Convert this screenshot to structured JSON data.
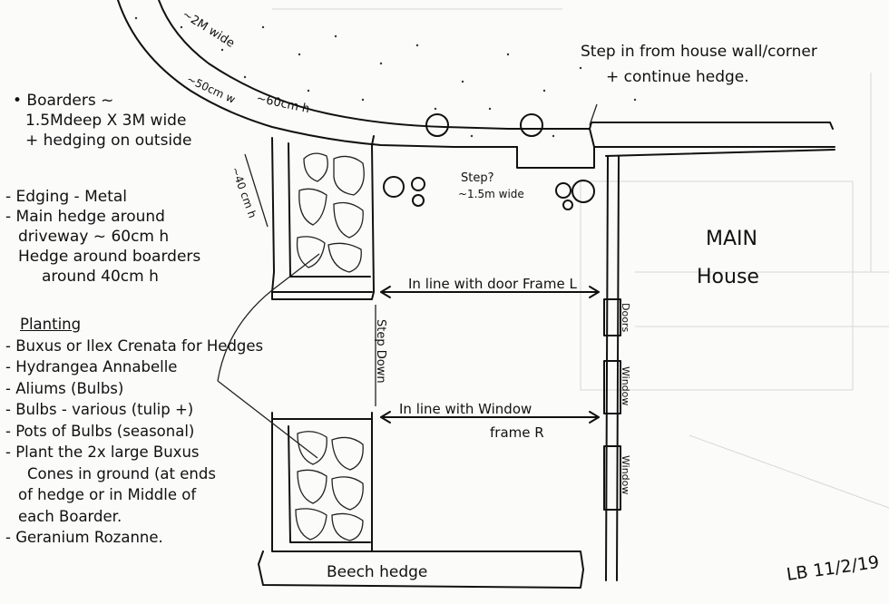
{
  "notes": {
    "borders": [
      "• Boarders ~",
      "1.5Mdeep X 3M wide",
      "+ hedging on outside"
    ],
    "edging": [
      "- Edging - Metal",
      "- Main hedge around",
      "driveway ~ 60cm h",
      "Hedge around boarders",
      "around 40cm h"
    ],
    "planting_title": "Planting",
    "planting": [
      "- Buxus or Ilex Crenata for Hedges",
      "- Hydrangea Annabelle",
      "- Aliums (Bulbs)",
      "- Bulbs - various (tulip +)",
      "- Pots of Bulbs (seasonal)",
      "- Plant the 2x large Buxus",
      "Cones in ground (at ends",
      "of hedge or in Middle of",
      "each Boarder.",
      "- Geranium Rozanne."
    ]
  },
  "labels": {
    "width_2m": "~2M wide",
    "width_50cm": "~50cm w",
    "height_60cm": "~60cm h",
    "height_40cm": "~40 cm h",
    "step_in_1": "Step in from house wall/corner",
    "step_in_2": "+ continue hedge.",
    "step_q": "Step?",
    "step_width": "~1.5m wide",
    "main_house_1": "MAIN",
    "main_house_2": "House",
    "inline_door": "In line with door Frame L",
    "inline_window_1": "In line with Window",
    "inline_window_2": "frame R",
    "step_down": "Step Down",
    "doors": "Doors",
    "window_1": "Window",
    "window_2": "Window",
    "beech_hedge": "Beech hedge",
    "signature": "LB 11/2/19"
  }
}
